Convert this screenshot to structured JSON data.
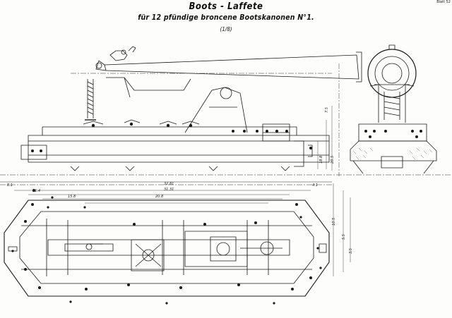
{
  "drawing": {
    "title": "Boots - Laffete",
    "subtitle": "für 12 pfündige broncene Bootskanonen N°1.",
    "scale": "(1/8)",
    "sheet_mark": "Blatt 52"
  },
  "dimensions": {
    "d1": "32.81",
    "d2": "31.31",
    "d3": "20.8",
    "d4": "15.8",
    "d5": "11.4",
    "d6": "8.1",
    "d7": "4.1",
    "d8": "10.5",
    "d9": "5.5",
    "d10": "3.5",
    "d11": "7.5",
    "d12": "20.5",
    "d13": "18.8"
  },
  "colors": {
    "ink": "#1a1a1a",
    "paper": "#fdfdfb"
  }
}
